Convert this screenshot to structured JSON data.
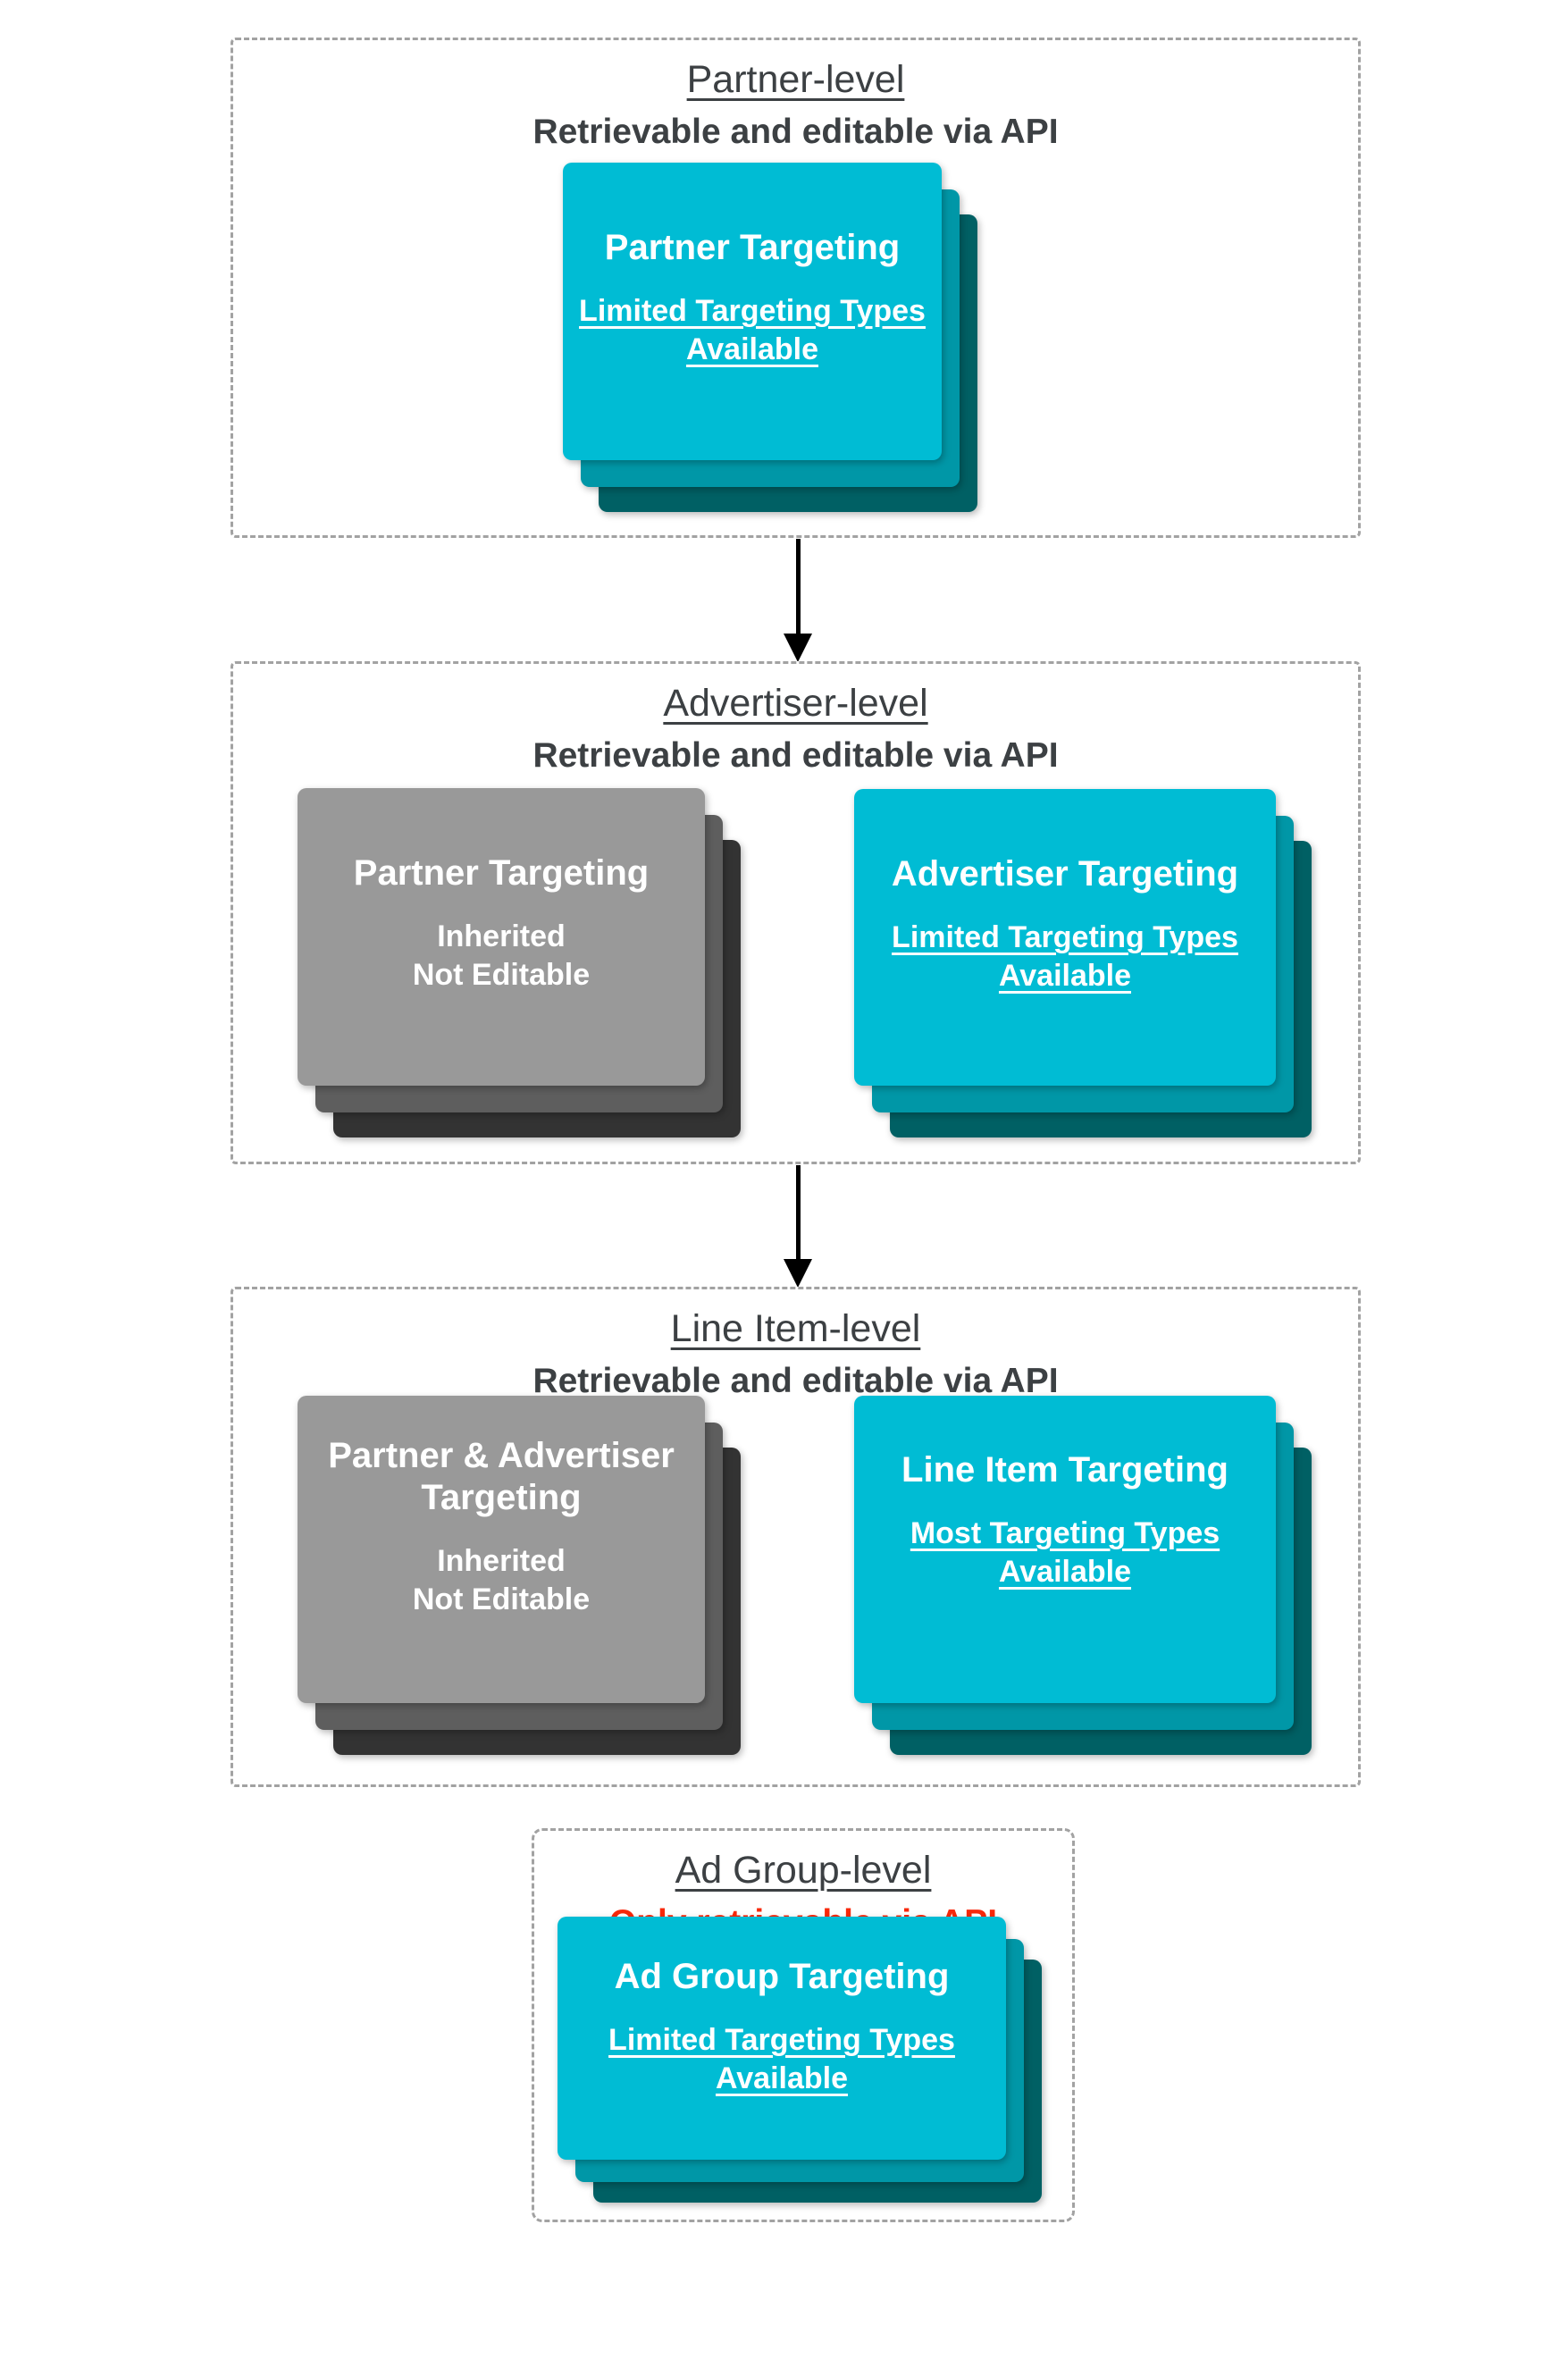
{
  "colors": {
    "card_teal": "#00bcd4",
    "card_teal_mid": "#0097a7",
    "card_teal_dark": "#006064",
    "card_gray": "#999999",
    "card_gray_mid": "#5e5e5e",
    "card_gray_dark": "#333333",
    "heading_text": "#3c4043",
    "alert_red": "#f8290b",
    "card_text": "#ffffff",
    "dashed_border": "#a2a2a2",
    "arrow": "#000000"
  },
  "icons": {
    "connector": "arrow-down-icon"
  },
  "sections": [
    {
      "title": "Partner-level",
      "subtitle": "Retrievable and editable via API",
      "cards": [
        {
          "variant": "teal",
          "title_lines": [
            "Partner Targeting"
          ],
          "body_lines": [
            "Limited Targeting Types",
            "Available"
          ],
          "body_underlined": true
        }
      ]
    },
    {
      "title": "Advertiser-level",
      "subtitle": "Retrievable and editable via API",
      "cards": [
        {
          "variant": "gray",
          "title_lines": [
            "Partner Targeting"
          ],
          "body_lines": [
            "Inherited",
            "Not Editable"
          ],
          "body_underlined": false
        },
        {
          "variant": "teal",
          "title_lines": [
            "Advertiser Targeting"
          ],
          "body_lines": [
            "Limited Targeting Types",
            "Available"
          ],
          "body_underlined": true
        }
      ]
    },
    {
      "title": "Line Item-level",
      "subtitle": "Retrievable and editable via API",
      "cards": [
        {
          "variant": "gray",
          "title_lines": [
            "Partner & Advertiser",
            "Targeting"
          ],
          "body_lines": [
            "Inherited",
            "Not Editable"
          ],
          "body_underlined": false
        },
        {
          "variant": "teal",
          "title_lines": [
            "Line Item Targeting"
          ],
          "body_lines": [
            "Most Targeting Types",
            "Available"
          ],
          "body_underlined": true
        }
      ]
    },
    {
      "title": "Ad Group-level",
      "subtitle": "Only retrievable via API",
      "subtitle_alert": true,
      "cards": [
        {
          "variant": "teal",
          "title_lines": [
            "Ad Group Targeting"
          ],
          "body_lines": [
            "Limited Targeting Types",
            "Available"
          ],
          "body_underlined": true
        }
      ]
    }
  ]
}
